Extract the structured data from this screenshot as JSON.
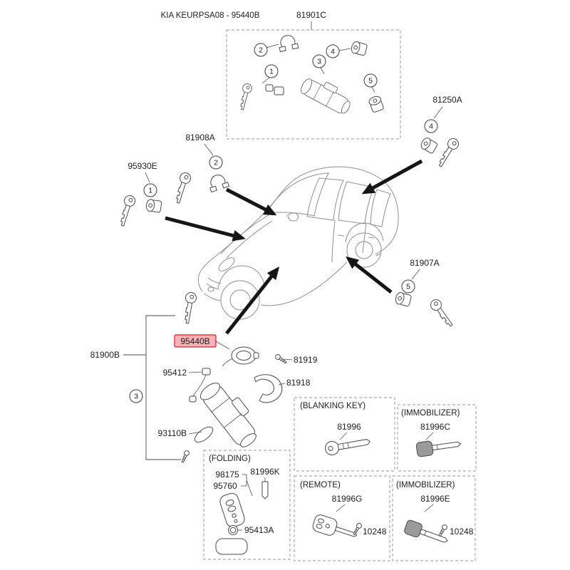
{
  "meta": {
    "doc_code": "KIA KEURPSA08 - 95440B",
    "highlight_bg": "#f7b3b8",
    "highlight_text": "#c22a2a"
  },
  "callouts": {
    "c1": "1",
    "c2": "2",
    "c3": "3",
    "c4": "4",
    "c5": "5"
  },
  "parts": {
    "p81901C": "81901C",
    "p81250A": "81250A",
    "p81908A": "81908A",
    "p95930E": "95930E",
    "p81907A": "81907A",
    "p81900B": "81900B",
    "p95440B": "95440B",
    "p95412": "95412",
    "p81919": "81919",
    "p81918": "81918",
    "p93110B": "93110B"
  },
  "panels": {
    "folding": {
      "title": "(FOLDING)",
      "p98175": "98175",
      "p95760": "95760",
      "p81996K": "81996K",
      "p95413A": "95413A"
    },
    "blanking": {
      "title": "(BLANKING KEY)",
      "p81996": "81996"
    },
    "immobilizer_c": {
      "title": "(IMMOBILIZER)",
      "p81996C": "81996C"
    },
    "remote": {
      "title": "(REMOTE)",
      "p81996G": "81996G",
      "p10248": "10248"
    },
    "immobilizer_e": {
      "title": "(IMMOBILIZER)",
      "p81996E": "81996E",
      "p10248": "10248"
    }
  }
}
